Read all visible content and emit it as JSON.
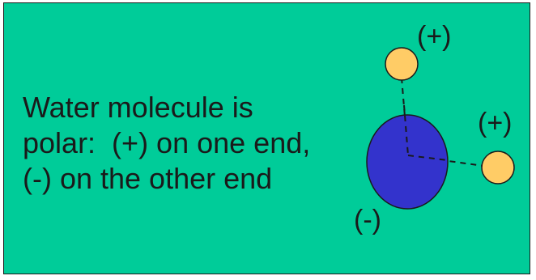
{
  "caption": {
    "line1": "Water molecule is",
    "line2": "polar:  (+) on one end,",
    "line3": "(-) on the other end"
  },
  "labels": {
    "hydrogen_top_charge": "(+)",
    "hydrogen_right_charge": "(+)",
    "oxygen_charge": "(-)"
  },
  "colors": {
    "background": "#00cc99",
    "oxygen": "#3333cc",
    "hydrogen": "#ffcc66",
    "text": "#1a1a1a"
  }
}
